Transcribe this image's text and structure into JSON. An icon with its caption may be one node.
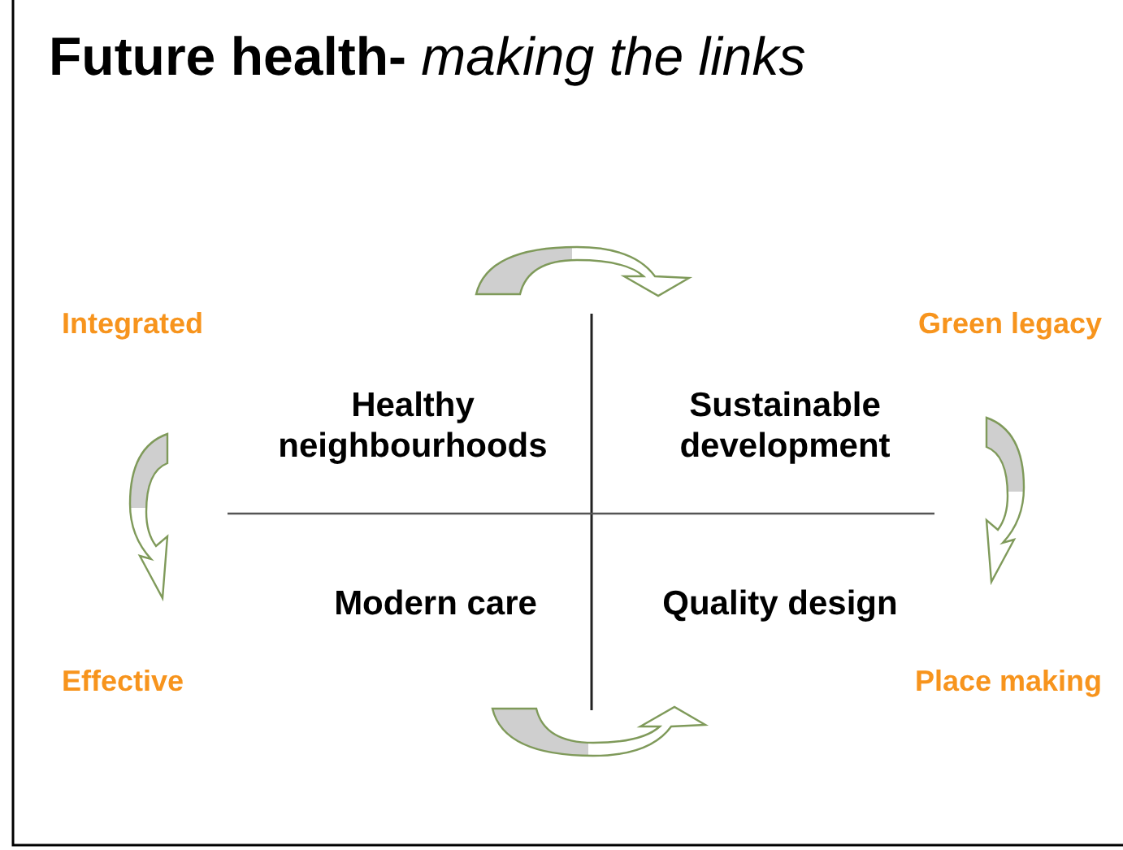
{
  "diagram": {
    "title": "**Future health-** *making the links*",
    "labels": [
      "Integrated",
      "Green legacy",
      "Healthy neighbourhoods",
      "Sustainable development",
      "Modern care",
      "Quality design",
      "Effective",
      "Place making"
    ]
  }
}
